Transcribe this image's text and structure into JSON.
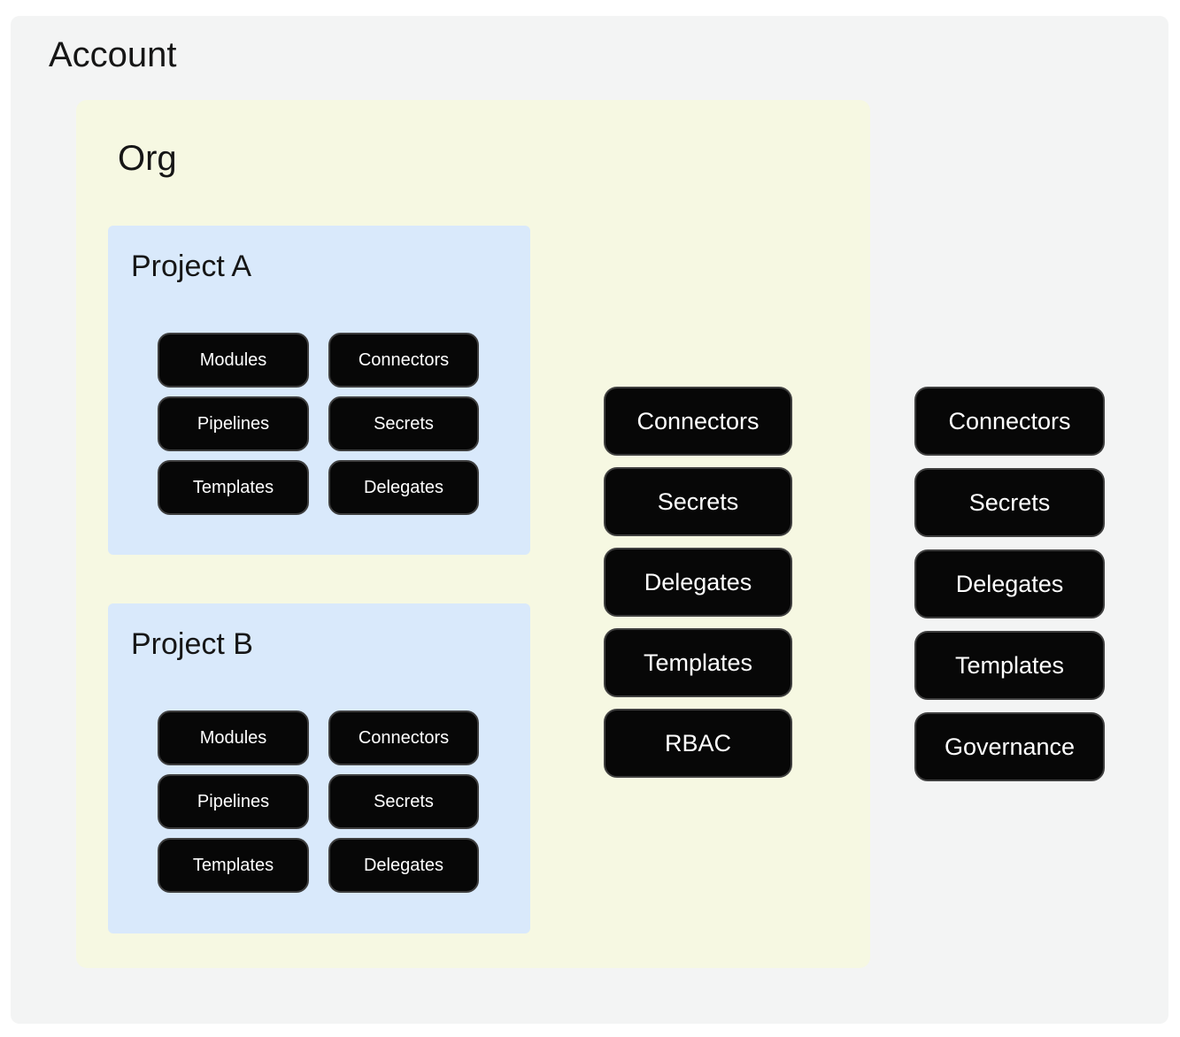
{
  "account": {
    "title": "Account",
    "resources": [
      "Connectors",
      "Secrets",
      "Delegates",
      "Templates",
      "Governance"
    ],
    "org": {
      "title": "Org",
      "resources": [
        "Connectors",
        "Secrets",
        "Delegates",
        "Templates",
        "RBAC"
      ],
      "projects": [
        {
          "title": "Project A",
          "resources": [
            "Modules",
            "Connectors",
            "Pipelines",
            "Secrets",
            "Templates",
            "Delegates"
          ]
        },
        {
          "title": "Project B",
          "resources": [
            "Modules",
            "Connectors",
            "Pipelines",
            "Secrets",
            "Templates",
            "Delegates"
          ]
        }
      ]
    }
  },
  "colors": {
    "page_bg": "#ffffff",
    "account_bg": "#f3f4f4",
    "org_bg": "#f6f8e2",
    "project_bg": "#d9e9fb",
    "pill_bg": "#070707",
    "pill_border": "#3e3e3e",
    "pill_text": "#ffffff",
    "title_text": "#161616"
  }
}
